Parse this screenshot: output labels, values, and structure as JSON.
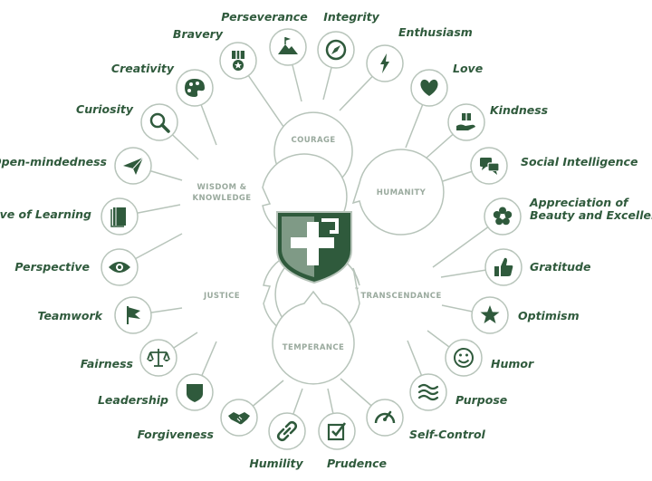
{
  "colors": {
    "primary": "#2f5a3c",
    "light": "#b7c4ba",
    "muted": "#9aaa9e"
  },
  "center": {
    "mark": "™",
    "icon": "plus-shield-logo"
  },
  "virtues": [
    {
      "id": "courage",
      "title": "COURAGE"
    },
    {
      "id": "wisdom",
      "title": "WISDOM &",
      "title2": "KNOWLEDGE"
    },
    {
      "id": "humanity",
      "title": "HUMANITY"
    },
    {
      "id": "justice",
      "title": "JUSTICE"
    },
    {
      "id": "transcendance",
      "title": "TRANSCENDANCE"
    },
    {
      "id": "temperance",
      "title": "TEMPERANCE"
    }
  ],
  "strengths": [
    {
      "label": "Bravery",
      "icon": "medal-icon"
    },
    {
      "label": "Perseverance",
      "icon": "mountain-flag-icon"
    },
    {
      "label": "Integrity",
      "icon": "compass-icon"
    },
    {
      "label": "Enthusiasm",
      "icon": "lightning-icon"
    },
    {
      "label": "Love",
      "icon": "heart-icon"
    },
    {
      "label": "Kindness",
      "icon": "gift-hand-icon"
    },
    {
      "label": "Social Intelligence",
      "icon": "chat-bubbles-icon"
    },
    {
      "label": "Appreciation of",
      "label2": "Beauty and Excellence",
      "icon": "flower-icon"
    },
    {
      "label": "Gratitude",
      "icon": "thumbs-up-icon"
    },
    {
      "label": "Optimism",
      "icon": "star-icon"
    },
    {
      "label": "Humor",
      "icon": "smiley-icon"
    },
    {
      "label": "Purpose",
      "icon": "waves-icon"
    },
    {
      "label": "Self-Control",
      "icon": "gauge-icon"
    },
    {
      "label": "Prudence",
      "icon": "checkbox-icon"
    },
    {
      "label": "Humility",
      "icon": "link-icon"
    },
    {
      "label": "Forgiveness",
      "icon": "handshake-icon"
    },
    {
      "label": "Leadership",
      "icon": "shield-icon"
    },
    {
      "label": "Fairness",
      "icon": "scales-icon"
    },
    {
      "label": "Teamwork",
      "icon": "flag-icon"
    },
    {
      "label": "Perspective",
      "icon": "eye-icon"
    },
    {
      "label": "Love of Learning",
      "icon": "book-icon"
    },
    {
      "label": "Open-mindedness",
      "icon": "paper-plane-icon"
    },
    {
      "label": "Curiosity",
      "icon": "magnifier-icon"
    },
    {
      "label": "Creativity",
      "icon": "palette-icon"
    }
  ]
}
